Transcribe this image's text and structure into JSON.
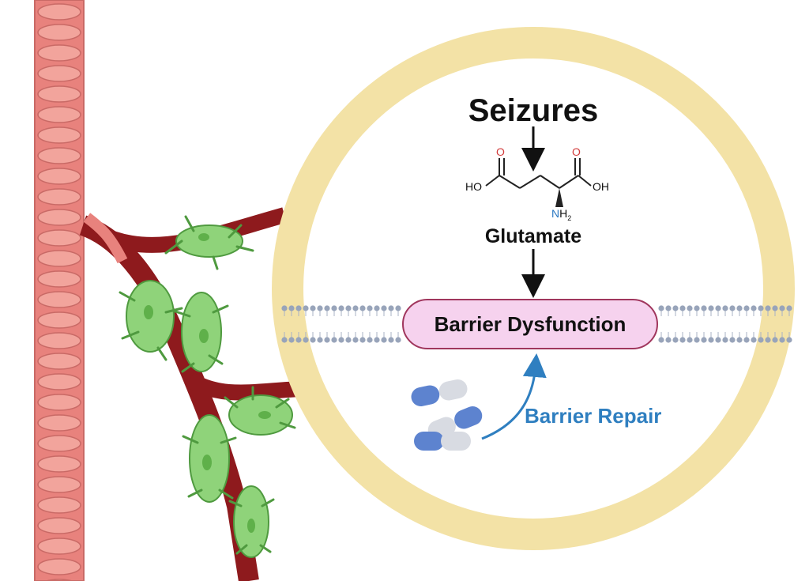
{
  "labels": {
    "seizures": "Seizures",
    "glutamate": "Glutamate",
    "barrier_dysfunction": "Barrier Dysfunction",
    "barrier_repair": "Barrier Repair"
  },
  "molecule": {
    "left_carbonyl_o": "O",
    "right_carbonyl_o": "O",
    "left_hydroxyl": "HO",
    "right_hydroxyl": "OH",
    "amine_n": "N",
    "amine_h": "H",
    "amine_sub": "2"
  },
  "colors": {
    "vessel_main": "#e8827d",
    "vessel_cell": "#f2a49c",
    "capillary": "#8e1a1d",
    "astrocyte": "#8fd37a",
    "ring": "#f3e2a6",
    "membrane": "#98a4ba",
    "box_fill": "#f6d2ee",
    "box_border": "#a0365d",
    "repair": "#2f7fc0",
    "oxygen": "#d23a3a",
    "nitrogen": "#2a78c2",
    "pill_blue": "#5d83cf",
    "pill_grey": "#d8dbe2"
  }
}
